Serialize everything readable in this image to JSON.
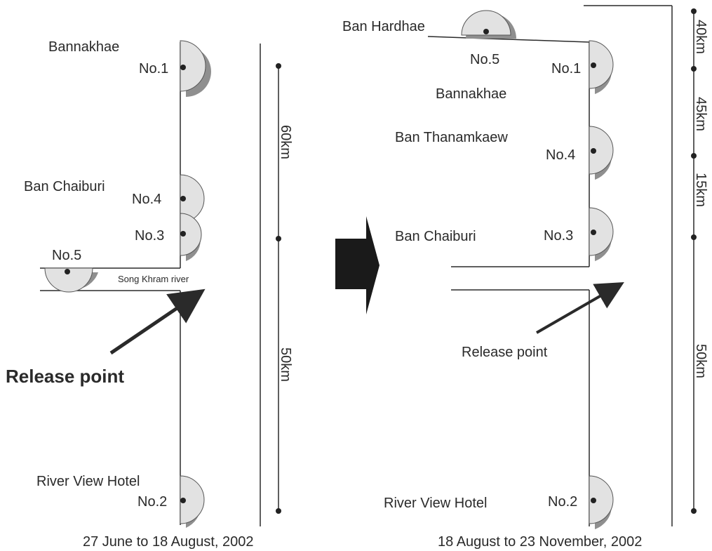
{
  "colors": {
    "line": "#2a2a2a",
    "station_face": "#e2e2e2",
    "station_shadow": "#8f8f8f",
    "arrow": "#1a1a1a"
  },
  "left_panel": {
    "caption": "27 June to 18 August, 2002",
    "release_label": "Release point",
    "river_label": "Song Khram river",
    "stations": [
      {
        "id": "No.1",
        "place": "Bannakhae"
      },
      {
        "id": "No.4",
        "place": "Ban Chaiburi"
      },
      {
        "id": "No.3",
        "place": ""
      },
      {
        "id": "No.5",
        "place": ""
      },
      {
        "id": "No.2",
        "place": "River View Hotel"
      }
    ],
    "distances": [
      "60km",
      "50km"
    ]
  },
  "right_panel": {
    "caption": "18 August to 23 November, 2002",
    "release_label": "Release point",
    "stations": [
      {
        "id": "No.5",
        "place": "Ban Hardhae"
      },
      {
        "id": "No.1",
        "place": "Bannakhae"
      },
      {
        "id": "No.4",
        "place": "Ban Thanamkaew"
      },
      {
        "id": "No.3",
        "place": "Ban Chaiburi"
      },
      {
        "id": "No.2",
        "place": "River View Hotel"
      }
    ],
    "distances": [
      "40km",
      "45km",
      "15km",
      "50km"
    ]
  }
}
